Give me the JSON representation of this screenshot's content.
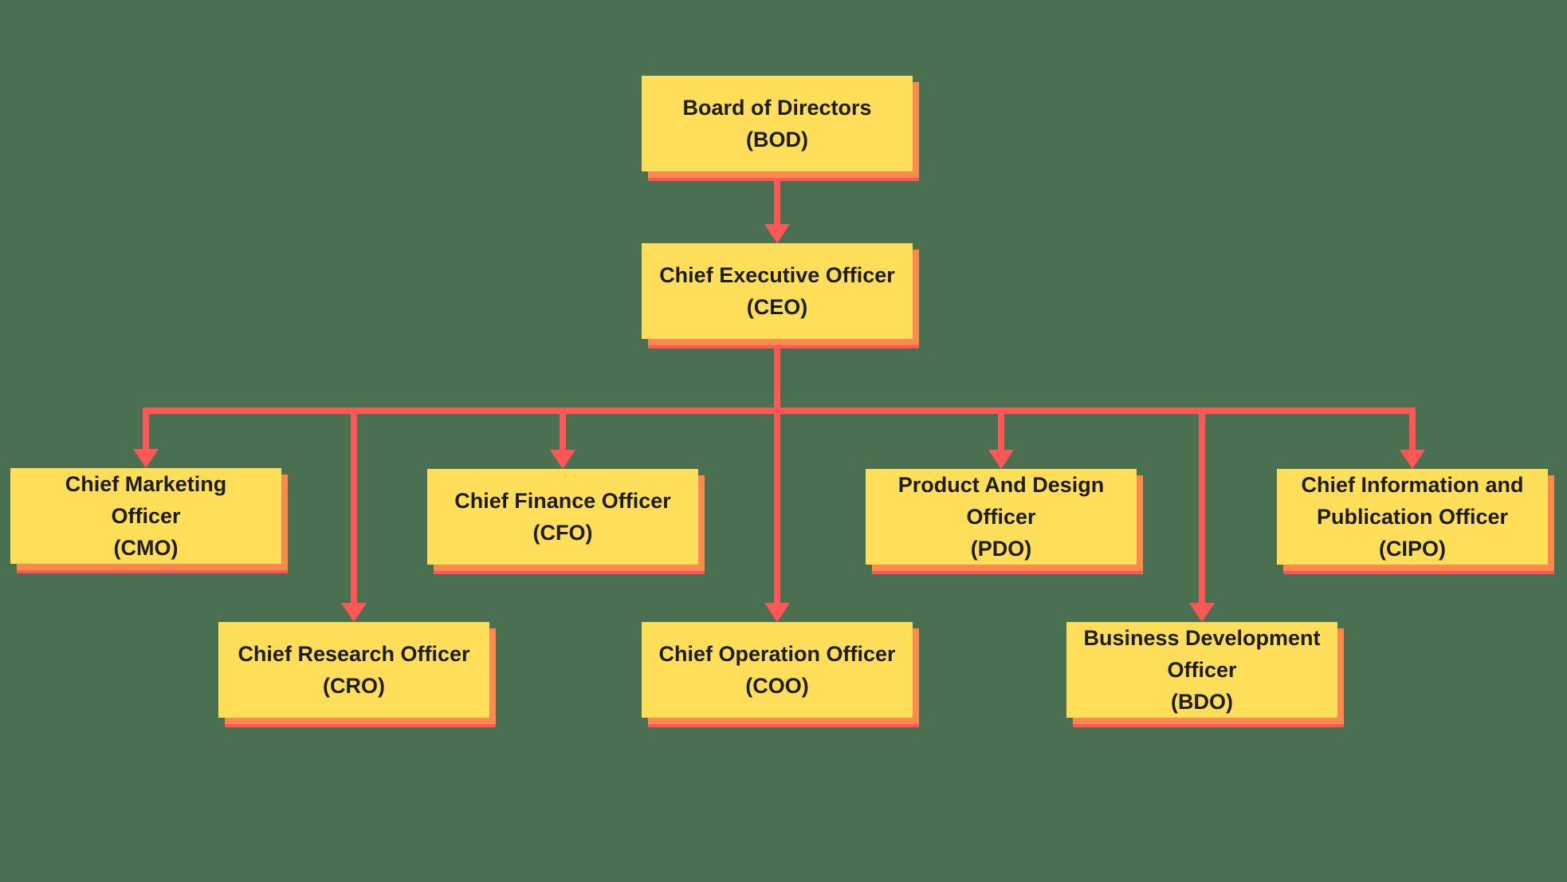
{
  "diagram": {
    "type": "org-chart",
    "colors": {
      "background": "#4a7051",
      "node_fill": "#ffde59",
      "node_shadow_orange": "#fb8a4c",
      "node_shadow_red": "#ff5757",
      "connector": "#ff5757",
      "text": "#1d1d1d"
    },
    "nodes": {
      "bod": {
        "role": "Board of Directors",
        "lines": [
          "Board of Directors",
          "(BOD)"
        ]
      },
      "ceo": {
        "role": "Chief Executive Officer",
        "lines": [
          "Chief Executive Officer",
          "(CEO)"
        ]
      },
      "cmo": {
        "role": "Chief Marketing Officer",
        "lines": [
          "Chief Marketing",
          "Officer",
          "(CMO)"
        ]
      },
      "cro": {
        "role": "Chief Research Officer",
        "lines": [
          "Chief Research Officer",
          "(CRO)"
        ]
      },
      "cfo": {
        "role": "Chief Finance Officer",
        "lines": [
          "Chief Finance Officer",
          "(CFO)"
        ]
      },
      "coo": {
        "role": "Chief Operation Officer",
        "lines": [
          "Chief Operation Officer",
          "(COO)"
        ]
      },
      "pdo": {
        "role": "Product And Design Officer",
        "lines": [
          "Product And Design",
          "Officer",
          "(PDO)"
        ]
      },
      "bdo": {
        "role": "Business Development Officer",
        "lines": [
          "Business Development",
          "Officer",
          "(BDO)"
        ]
      },
      "cipo": {
        "role": "Chief Information and Publication Officer",
        "lines": [
          "Chief Information and",
          "Publication Officer",
          "(CIPO)"
        ]
      }
    },
    "edges": [
      {
        "from": "bod",
        "to": "ceo"
      },
      {
        "from": "ceo",
        "to": "cmo"
      },
      {
        "from": "ceo",
        "to": "cro"
      },
      {
        "from": "ceo",
        "to": "cfo"
      },
      {
        "from": "ceo",
        "to": "coo"
      },
      {
        "from": "ceo",
        "to": "pdo"
      },
      {
        "from": "ceo",
        "to": "bdo"
      },
      {
        "from": "ceo",
        "to": "cipo"
      }
    ]
  }
}
